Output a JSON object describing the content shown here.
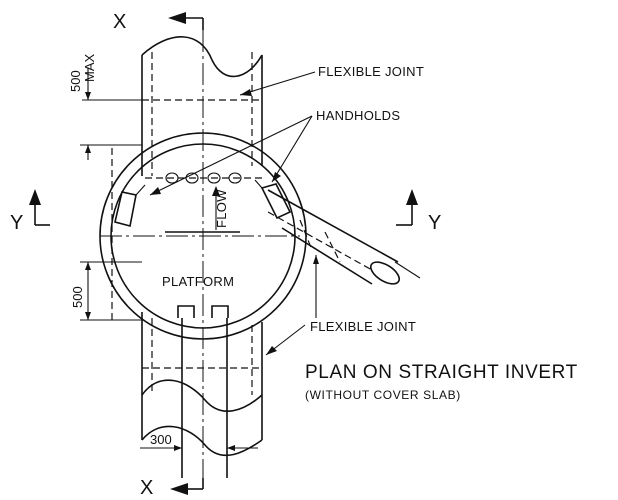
{
  "labels": {
    "section_top": "X",
    "section_bottom": "X",
    "section_left": "Y",
    "section_right": "Y",
    "flexible_joint_top": "FLEXIBLE JOINT",
    "handholds": "HANDHOLDS",
    "flow": "FLOW",
    "platform": "PLATFORM",
    "flexible_joint_bottom": "FLEXIBLE JOINT",
    "title": "PLAN ON STRAIGHT INVERT",
    "subtitle": "(WITHOUT COVER SLAB)"
  },
  "dimensions": {
    "pipe_joint_max": "500",
    "pipe_joint_max_note": "MAX",
    "platform_offset": "500",
    "pipe_width": "300"
  },
  "colors": {
    "ink": "#111111",
    "paper": "#ffffff"
  }
}
